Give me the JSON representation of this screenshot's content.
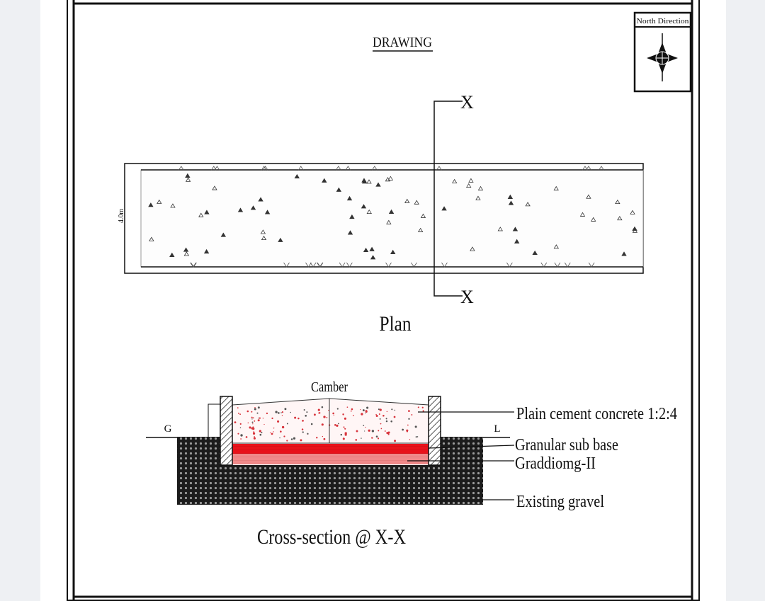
{
  "drawing": {
    "title": "DRAWING",
    "north_box_label": "North Direction",
    "plan": {
      "label": "Plan",
      "width_dim": "4.0m",
      "section_mark_top": "X",
      "section_mark_bottom": "X"
    },
    "cross_section": {
      "label": "Cross-section @ X-X",
      "camber_label": "Camber",
      "left_mark": "G",
      "right_mark": "L",
      "layers": [
        {
          "label": "Plain cement concrete 1:2:4",
          "color": "#f7d9d9"
        },
        {
          "label": "Granular sub base",
          "color": "#e8121a"
        },
        {
          "label": "Graddiomg-II",
          "color": "#f08a8a"
        },
        {
          "label": "Existing gravel",
          "color": "#1a1a1a"
        }
      ]
    }
  }
}
